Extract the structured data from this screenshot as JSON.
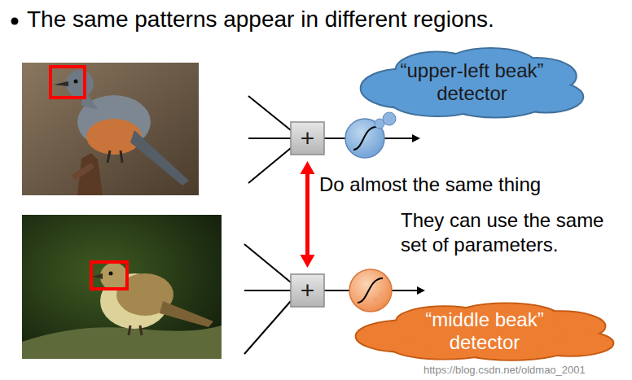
{
  "diagram": {
    "title": "The same patterns appear in different regions.",
    "nodes": [
      {
        "text": [
          "“upper-left beak” detector"
        ]
      },
      {
        "text": [
          "+"
        ]
      },
      {
        "text": [
          "+"
        ]
      },
      {
        "text": [
          "“middle beak” detector"
        ]
      }
    ],
    "edges": [
      {
        "from": 1,
        "to": 2,
        "arrow": "both"
      }
    ],
    "labels": [
      "Do almost the same thing",
      "They can use the same set of parameters.",
      "https://blog.csdn.net/oldmao_2001"
    ]
  }
}
